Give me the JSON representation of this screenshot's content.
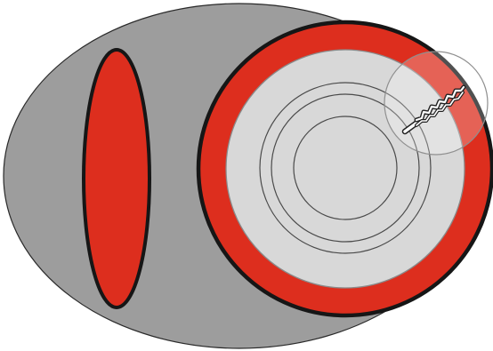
{
  "diagram": {
    "colors": {
      "background": "#ffffff",
      "outer_ellipse_fill": "#9d9d9d",
      "outer_ellipse_stroke": "#2a2a2a",
      "red_fill": "#dd2e1e",
      "black_outline": "#161616",
      "inner_disc_fill": "#d8d8d8",
      "inner_disc_stroke": "#8a8a8a",
      "ring_stroke": "#4a4a4a",
      "lens_fill": "#ffffff",
      "lens_stroke": "#8f8f8f",
      "probe_fill": "#ffffff",
      "probe_stroke": "#222222"
    },
    "elements": [
      "outer-gray-ellipse",
      "left-red-ellipse",
      "right-red-circle",
      "inner-gray-disc",
      "concentric-rings",
      "magnifier-circle",
      "zigzag-probe"
    ]
  }
}
